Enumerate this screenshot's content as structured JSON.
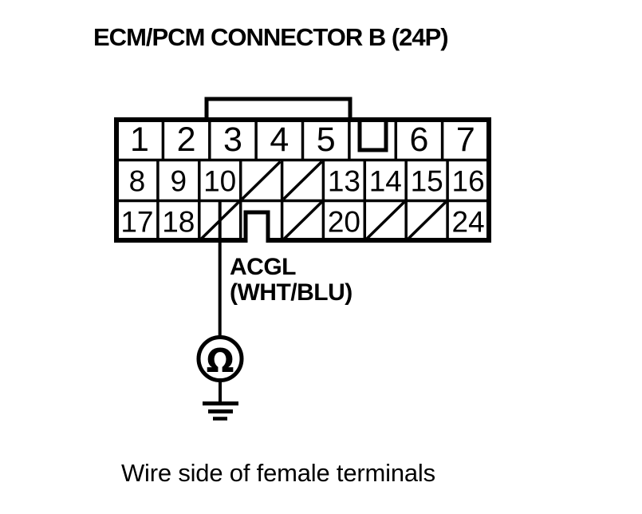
{
  "title": "ECM/PCM CONNECTOR B (24P)",
  "caption": "Wire side of female terminals",
  "probe": {
    "signal": "ACGL",
    "wire_color": "(WHT/BLU)",
    "meter_symbol": "Ω"
  },
  "connector": {
    "pin_count_label": "24P",
    "row1_pins": [
      "1",
      "2",
      "3",
      "4",
      "5",
      "6",
      "7"
    ],
    "row2_pins": [
      "8",
      "9",
      "10",
      "13",
      "14",
      "15",
      "16"
    ],
    "row3_pins": [
      "17",
      "18",
      "20",
      "24"
    ],
    "unused_slash_marker": "/",
    "unused_cells_row2": [
      4,
      5
    ],
    "unused_cells_row3": [
      3,
      5,
      7,
      8
    ]
  },
  "colors": {
    "ink": "#000000",
    "paper": "#ffffff"
  }
}
